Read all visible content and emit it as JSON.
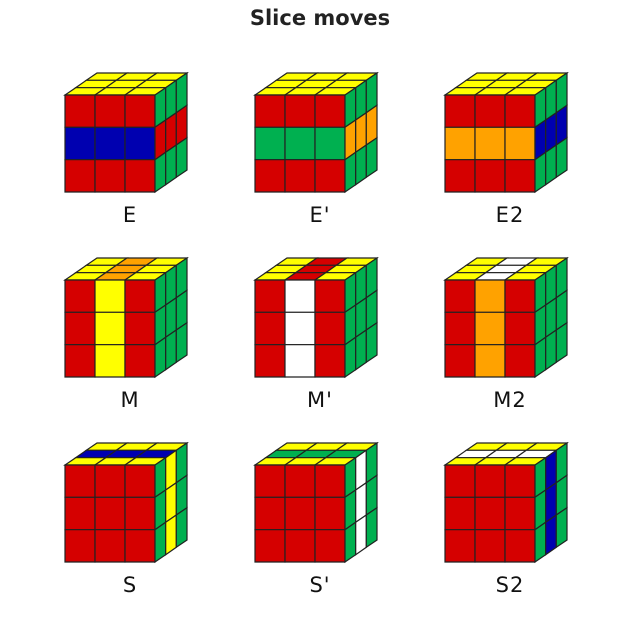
{
  "title": "Slice moves",
  "colors": {
    "R": "#d50000",
    "G": "#00b050",
    "Y": "#ffff00",
    "B": "#0000b0",
    "O": "#ffa200",
    "W": "#ffffff",
    "sticker_border": "#222222"
  },
  "moves": [
    {
      "label": "E",
      "top": [
        "YYY",
        "YYY",
        "YYY"
      ],
      "front": [
        "RRR",
        "BBB",
        "RRR"
      ],
      "right": [
        "GGG",
        "RRR",
        "GGG"
      ]
    },
    {
      "label": "E'",
      "top": [
        "YYY",
        "YYY",
        "YYY"
      ],
      "front": [
        "RRR",
        "GGG",
        "RRR"
      ],
      "right": [
        "GGG",
        "OOO",
        "GGG"
      ]
    },
    {
      "label": "E2",
      "top": [
        "YYY",
        "YYY",
        "YYY"
      ],
      "front": [
        "RRR",
        "OOO",
        "RRR"
      ],
      "right": [
        "GGG",
        "BBB",
        "GGG"
      ]
    },
    {
      "label": "M",
      "top": [
        "YOY",
        "YOY",
        "YOY"
      ],
      "front": [
        "RYR",
        "RYR",
        "RYR"
      ],
      "right": [
        "GGG",
        "GGG",
        "GGG"
      ]
    },
    {
      "label": "M'",
      "top": [
        "YRY",
        "YRY",
        "YRY"
      ],
      "front": [
        "RWR",
        "RWR",
        "RWR"
      ],
      "right": [
        "GGG",
        "GGG",
        "GGG"
      ]
    },
    {
      "label": "M2",
      "top": [
        "YWY",
        "YWY",
        "YWY"
      ],
      "front": [
        "ROR",
        "ROR",
        "ROR"
      ],
      "right": [
        "GGG",
        "GGG",
        "GGG"
      ]
    },
    {
      "label": "S",
      "top": [
        "YYY",
        "BBB",
        "YYY"
      ],
      "front": [
        "RRR",
        "RRR",
        "RRR"
      ],
      "right": [
        "GYG",
        "GYG",
        "GYG"
      ]
    },
    {
      "label": "S'",
      "top": [
        "YYY",
        "GGG",
        "YYY"
      ],
      "front": [
        "RRR",
        "RRR",
        "RRR"
      ],
      "right": [
        "GWG",
        "GWG",
        "GWG"
      ]
    },
    {
      "label": "S2",
      "top": [
        "YYY",
        "WWW",
        "YYY"
      ],
      "front": [
        "RRR",
        "RRR",
        "RRR"
      ],
      "right": [
        "GBG",
        "GBG",
        "GBG"
      ]
    }
  ]
}
